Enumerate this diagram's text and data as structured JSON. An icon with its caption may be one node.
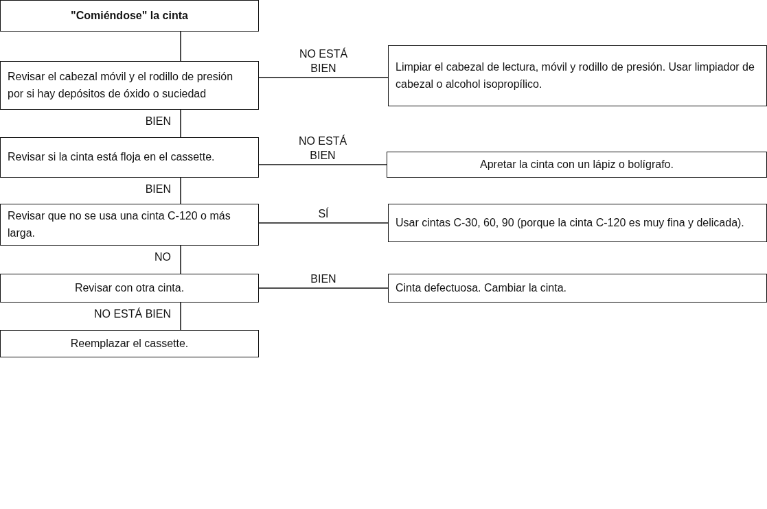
{
  "diagram": {
    "nodes": [
      {
        "text": [
          "\"Comiéndose\" la cinta"
        ]
      },
      {
        "text": [
          "Revisar el cabezal móvil y el rodillo de presión por si hay depósitos de óxido o suciedad"
        ]
      },
      {
        "text": [
          "Limpiar el cabezal de lectura, móvil y rodillo de presión. Usar limpiador de cabezal o alcohol isopropílico."
        ]
      },
      {
        "text": [
          "Revisar si la cinta está floja en el cassette."
        ]
      },
      {
        "text": [
          "Apretar la cinta con un lápiz o bolígrafo."
        ]
      },
      {
        "text": [
          "Revisar que no se usa una cinta C-120 o más larga."
        ]
      },
      {
        "text": [
          "Usar cintas C-30, 60, 90 (porque la cinta C-120 es muy fina y delicada)."
        ]
      },
      {
        "text": [
          "Revisar con otra cinta."
        ]
      },
      {
        "text": [
          "Cinta defectuosa. Cambiar la cinta."
        ]
      },
      {
        "text": [
          "Reemplazar el cassette."
        ]
      }
    ],
    "edges": [
      {
        "from": 0,
        "to": 1,
        "arrow": "none"
      },
      {
        "from": 1,
        "to": 2,
        "arrow": "none",
        "label": "NO ESTÁ BIEN"
      },
      {
        "from": 1,
        "to": 3,
        "arrow": "none",
        "label": "BIEN"
      },
      {
        "from": 3,
        "to": 4,
        "arrow": "none",
        "label": "NO ESTÁ BIEN"
      },
      {
        "from": 3,
        "to": 5,
        "arrow": "none",
        "label": "BIEN"
      },
      {
        "from": 5,
        "to": 6,
        "arrow": "none",
        "label": "SÍ"
      },
      {
        "from": 5,
        "to": 7,
        "arrow": "none",
        "label": "NO"
      },
      {
        "from": 7,
        "to": 8,
        "arrow": "none",
        "label": "BIEN"
      },
      {
        "from": 7,
        "to": 9,
        "arrow": "none",
        "label": "NO ESTÁ BIEN"
      }
    ]
  }
}
